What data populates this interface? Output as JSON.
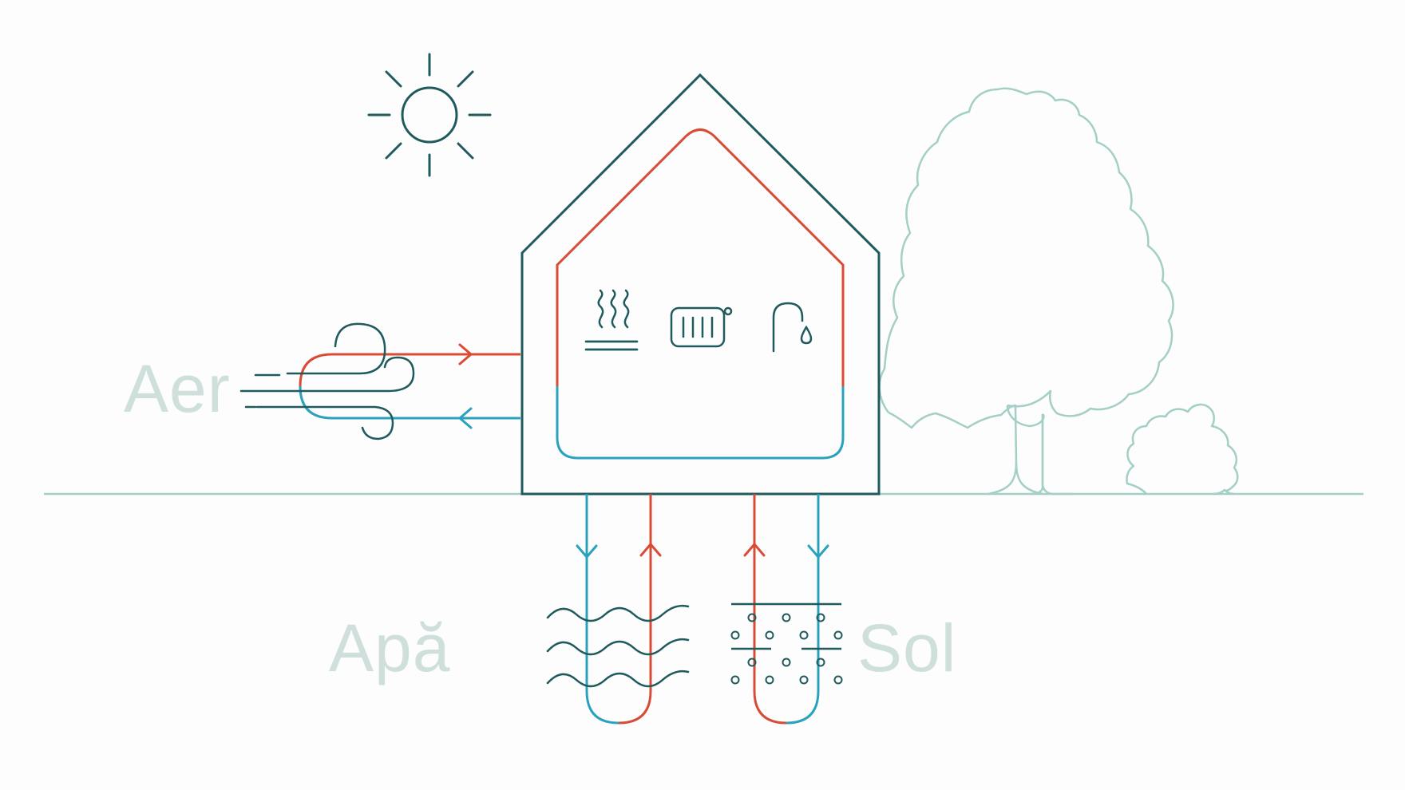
{
  "labels": {
    "air": "Aer",
    "water": "Apă",
    "soil": "Sol"
  },
  "icons": [
    "sun-icon",
    "wind-icon",
    "underfloor-heating-icon",
    "radiator-icon",
    "water-tap-icon",
    "water-waves-icon",
    "soil-particles-icon",
    "tree-icon",
    "bush-icon",
    "house-icon"
  ],
  "colors": {
    "outline": "#1f5a5c",
    "hot_loop": "#d94b35",
    "cold_loop": "#2aa2bd",
    "landscape": "#a3cfc6",
    "label_text": "#cfe0dc",
    "background": "#fdfdfd"
  }
}
